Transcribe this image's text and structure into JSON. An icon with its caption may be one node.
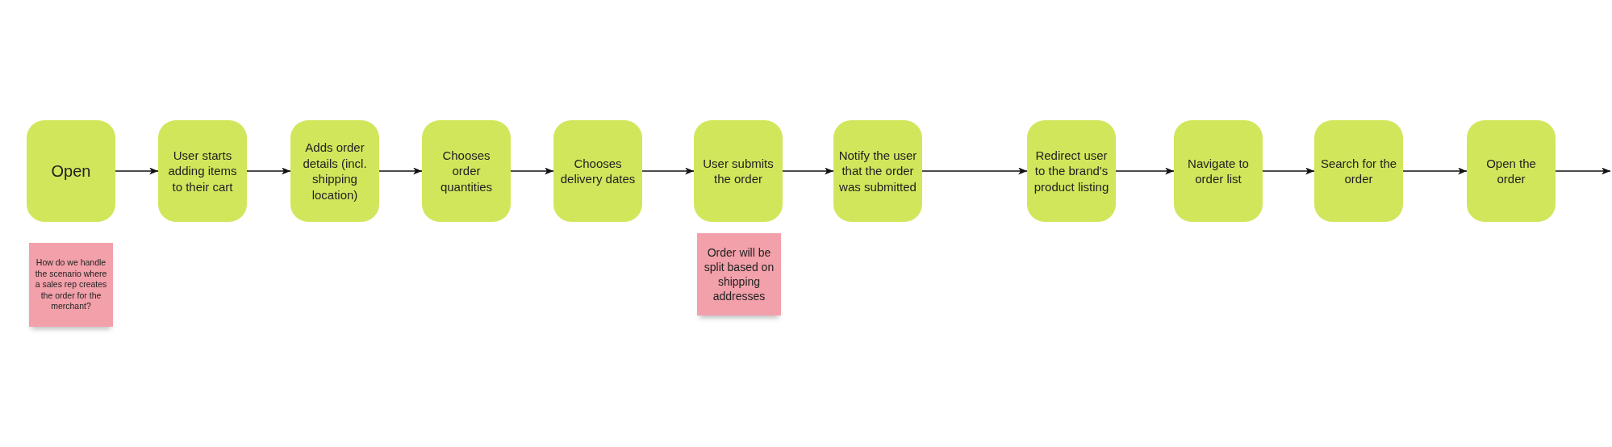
{
  "diagram": {
    "nodes": [
      {
        "text": [
          "Open"
        ]
      },
      {
        "text": [
          "User starts adding items to their cart"
        ]
      },
      {
        "text": [
          "Adds order details (incl. shipping location)"
        ]
      },
      {
        "text": [
          "Chooses order quantities"
        ]
      },
      {
        "text": [
          "Chooses delivery dates"
        ]
      },
      {
        "text": [
          "User submits the order"
        ]
      },
      {
        "text": [
          "Notify the user that the order was submitted"
        ]
      },
      {
        "text": [
          "Redirect user to the brand's product listing"
        ]
      },
      {
        "text": [
          "Navigate to order list"
        ]
      },
      {
        "text": [
          "Search for the order"
        ]
      },
      {
        "text": [
          "Open the order"
        ]
      },
      {
        "text": [
          "How do we handle the scenario where a sales rep creates the order for the merchant?"
        ]
      },
      {
        "text": [
          "Order will be split based on shipping addresses"
        ]
      }
    ],
    "edges": [
      {
        "from": 0,
        "to": 1,
        "arrow": "to"
      },
      {
        "from": 1,
        "to": 2,
        "arrow": "to"
      },
      {
        "from": 2,
        "to": 3,
        "arrow": "to"
      },
      {
        "from": 3,
        "to": 4,
        "arrow": "to"
      },
      {
        "from": 4,
        "to": 5,
        "arrow": "to"
      },
      {
        "from": 5,
        "to": 6,
        "arrow": "to"
      },
      {
        "from": 6,
        "to": 7,
        "arrow": "to"
      },
      {
        "from": 7,
        "to": 8,
        "arrow": "to"
      },
      {
        "from": 8,
        "to": 9,
        "arrow": "to"
      },
      {
        "from": 9,
        "to": 10,
        "arrow": "to"
      },
      {
        "from": 10,
        "to": null,
        "arrow": "to"
      }
    ]
  }
}
